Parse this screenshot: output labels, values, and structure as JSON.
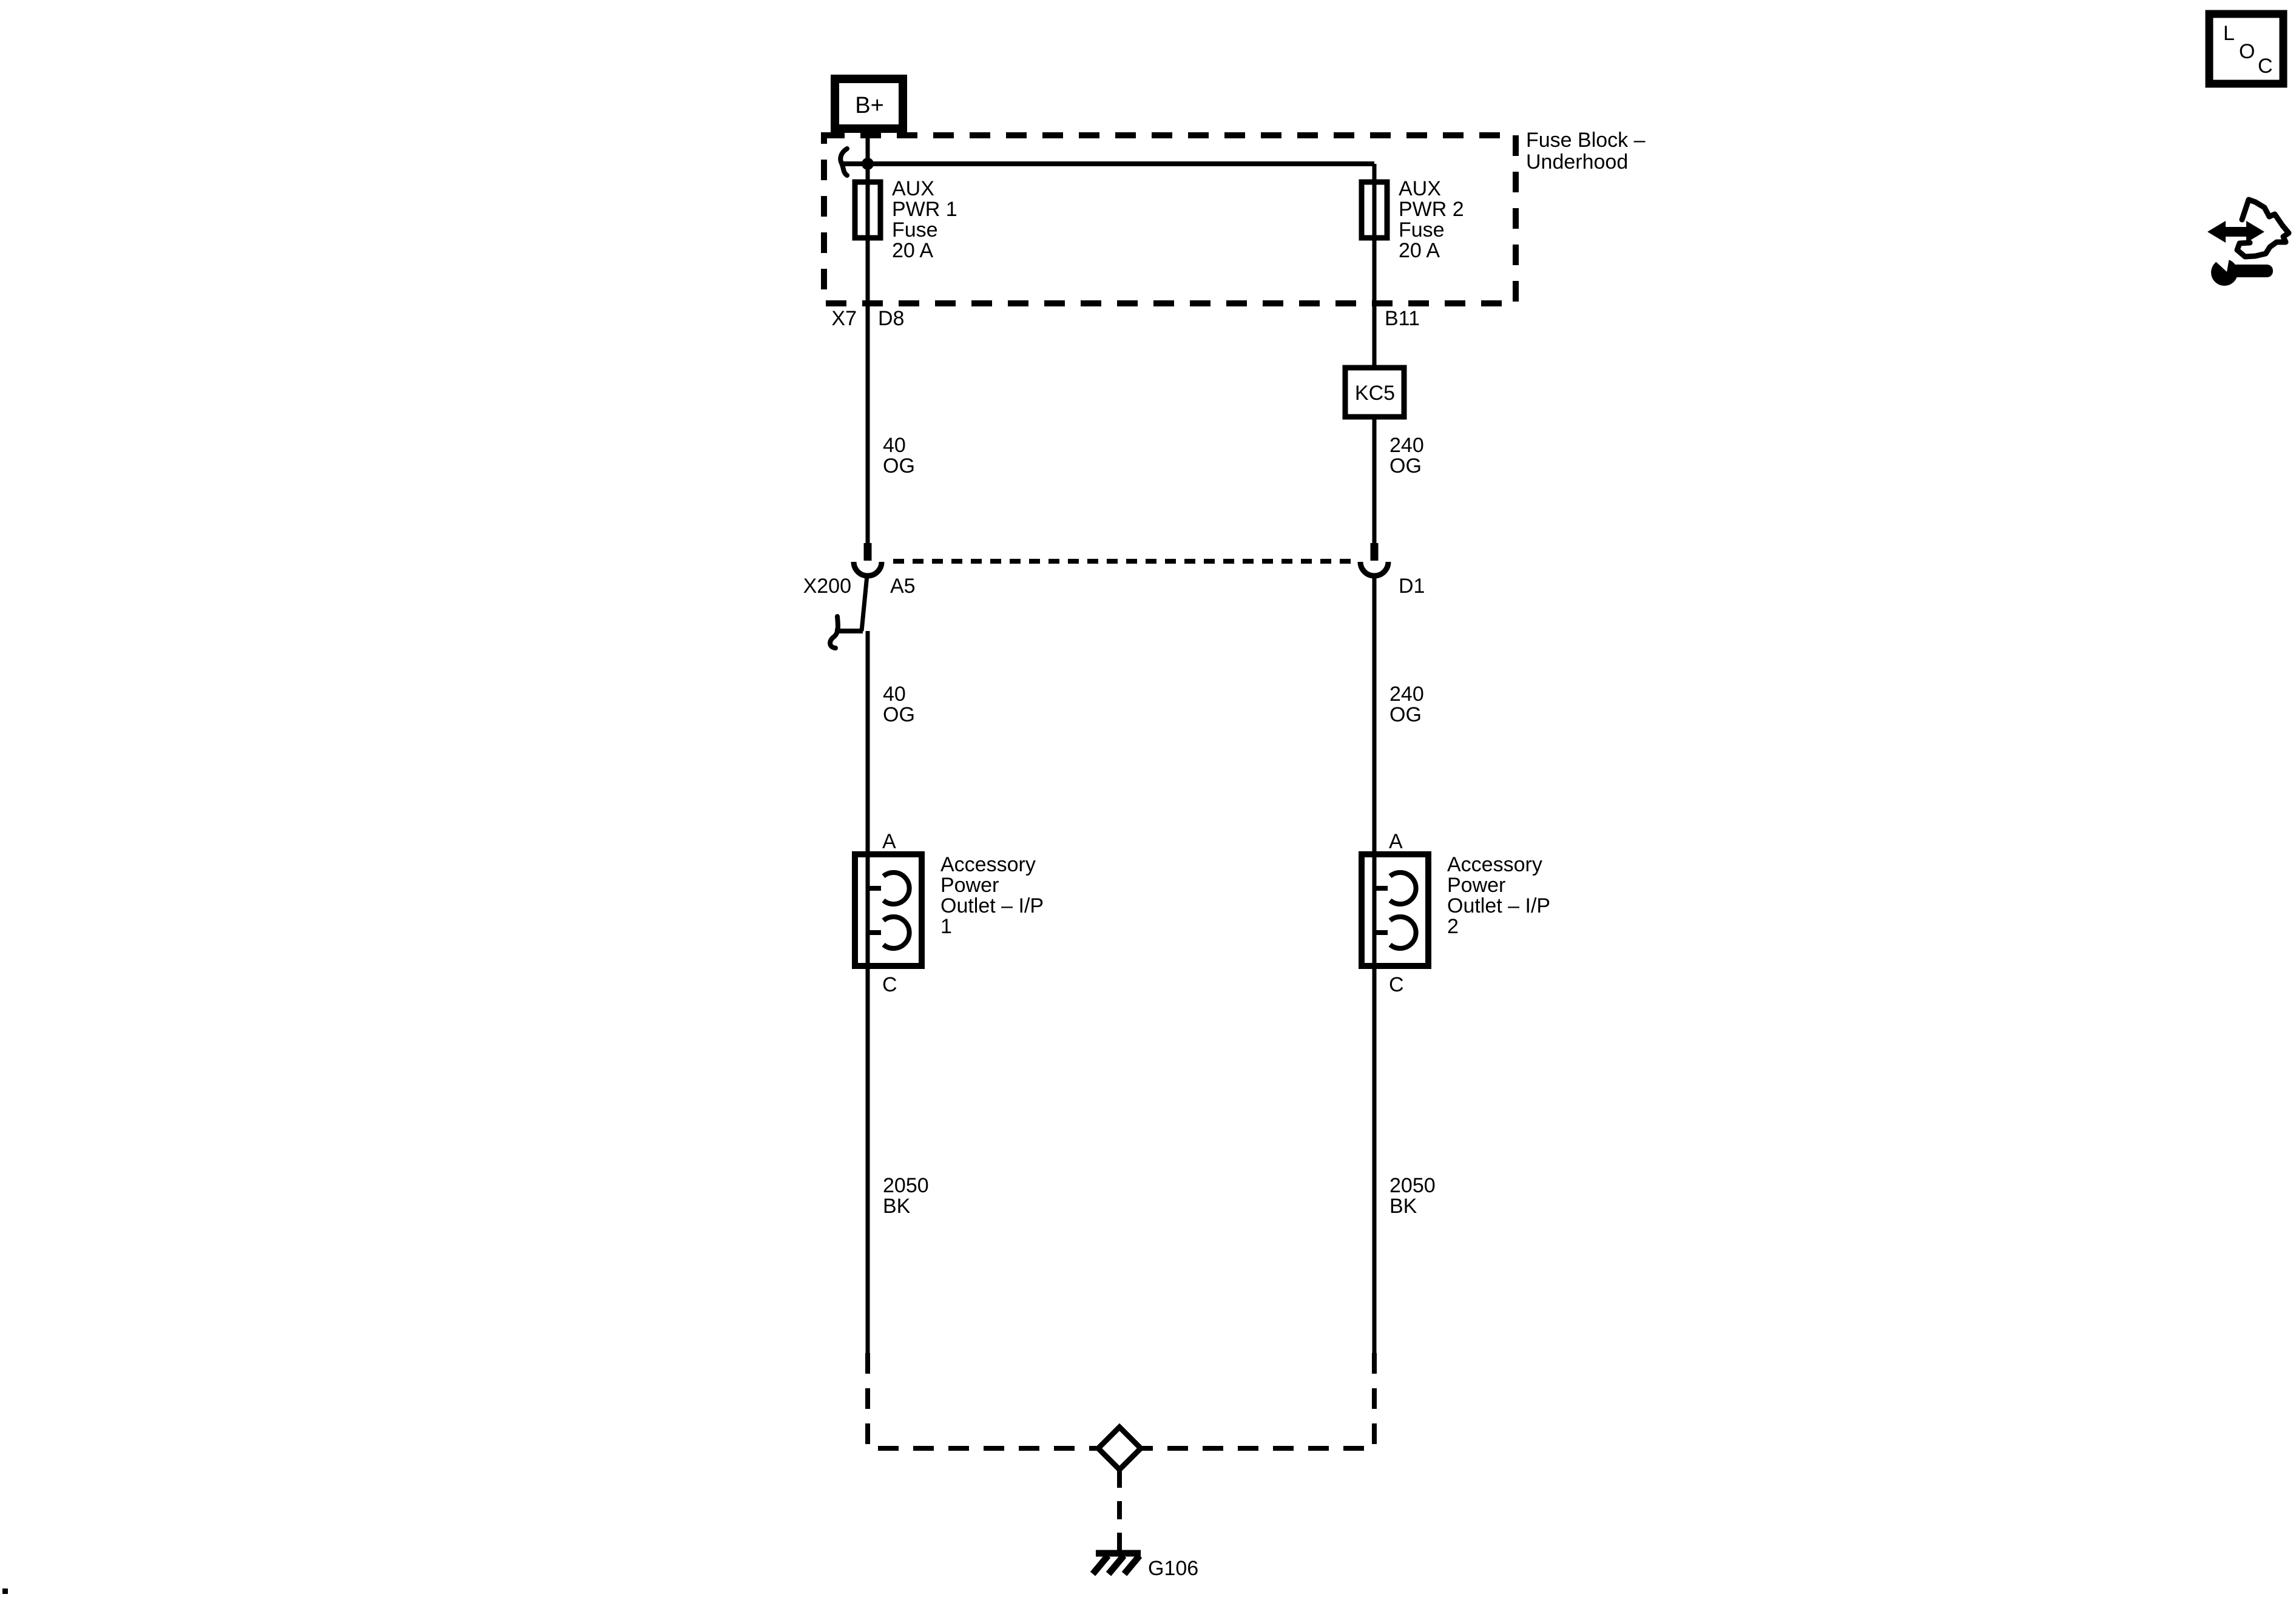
{
  "colors": {
    "ink": "#000000",
    "paper": "#ffffff"
  },
  "battery": {
    "label": "B+"
  },
  "fuse_block": {
    "title_line1": "Fuse Block –",
    "title_line2": "Underhood",
    "connector_left": "X7",
    "fuse1": {
      "lines": [
        "AUX",
        "PWR 1",
        "Fuse",
        "20 A"
      ],
      "pin": "D8"
    },
    "fuse2": {
      "lines": [
        "AUX",
        "PWR 2",
        "Fuse",
        "20 A"
      ],
      "pin": "B11"
    }
  },
  "connectors": {
    "kc5": "KC5",
    "x200": "X200",
    "a5": "A5",
    "d1": "D1"
  },
  "wires": {
    "seg1_left": {
      "circuit": "40",
      "color_code": "OG"
    },
    "seg1_right": {
      "circuit": "240",
      "color_code": "OG"
    },
    "seg2_left": {
      "circuit": "40",
      "color_code": "OG"
    },
    "seg2_right": {
      "circuit": "240",
      "color_code": "OG"
    },
    "seg3_left": {
      "circuit": "2050",
      "color_code": "BK"
    },
    "seg3_right": {
      "circuit": "2050",
      "color_code": "BK"
    }
  },
  "outlets": {
    "outlet1": {
      "pin_top": "A",
      "pin_bottom": "C",
      "lines": [
        "Accessory",
        "Power",
        "Outlet – I/P",
        "1"
      ]
    },
    "outlet2": {
      "pin_top": "A",
      "pin_bottom": "C",
      "lines": [
        "Accessory",
        "Power",
        "Outlet – I/P",
        "2"
      ]
    }
  },
  "ground": {
    "label": "G106"
  },
  "loc_icon": {
    "l": "L",
    "o": "O",
    "c": "C"
  }
}
